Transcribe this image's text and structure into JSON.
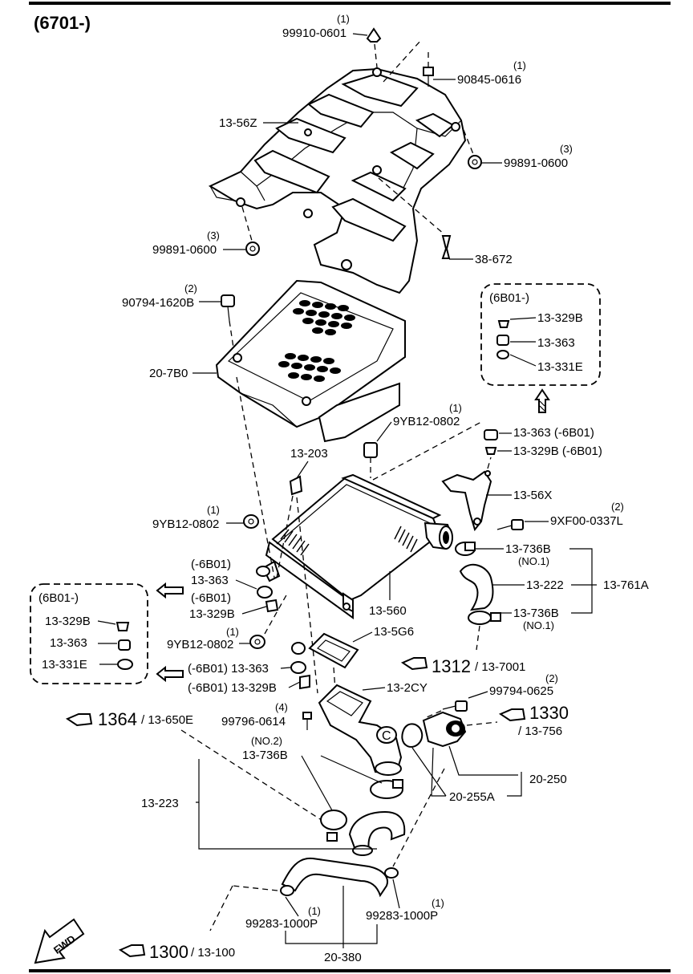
{
  "header": {
    "code": "(6701-)"
  },
  "labels": {
    "q_99910": "(1)",
    "p_99910": "99910-0601",
    "q_90845": "(1)",
    "p_90845": "90845-0616",
    "p_1356Z": "13-56Z",
    "q_99891a": "(3)",
    "p_99891a": "99891-0600",
    "q_99891b": "(3)",
    "p_99891b": "99891-0600",
    "p_38672": "38-672",
    "q_90794": "(2)",
    "p_90794": "90794-1620B",
    "p_207B0": "20-7B0",
    "q_9YB12a": "(1)",
    "p_9YB12a": "9YB12-0802",
    "p_13203": "13-203",
    "p_13363r": "13-363 (-6B01)",
    "p_13329Br": "13-329B (-6B01)",
    "p_1356X": "13-56X",
    "q_9XF00": "(2)",
    "p_9XF00": "9XF00-0337L",
    "q_9YB12b": "(1)",
    "p_9YB12b": "9YB12-0802",
    "s_6B01a": "(-6B01)",
    "p_13363a": "13-363",
    "s_6B01b": "(-6B01)",
    "p_13329Ba": "13-329B",
    "p_13736B_1": "13-736B",
    "n_736_1": "(NO.1)",
    "p_13222": "13-222",
    "p_13761A": "13-761A",
    "p_13736B_2": "13-736B",
    "n_736_2": "(NO.1)",
    "p_13560": "13-560",
    "q_9YB12c": "(1)",
    "p_9YB12c": "9YB12-0802",
    "p_135G6": "13-5G6",
    "p_13363c": "(-6B01) 13-363",
    "p_13329Bc": "(-6B01) 13-329B",
    "ref_1312_big": "1312",
    "ref_1312_small": "/ 13-7001",
    "p_132CY": "13-2CY",
    "q_99794": "(2)",
    "p_99794": "99794-0625",
    "ref_1330_big": "1330",
    "ref_1330_small": "/ 13-756",
    "ref_1364_big": "1364",
    "ref_1364_small": "/ 13-650E",
    "q_99796": "(4)",
    "p_99796": "99796-0614",
    "n_736_no2": "(NO.2)",
    "p_13736B_3": "13-736B",
    "p_13223": "13-223",
    "p_20250": "20-250",
    "p_20255A": "20-255A",
    "q_99283a": "(1)",
    "p_99283a": "99283-1000P",
    "q_99283b": "(1)",
    "p_99283b": "99283-1000P",
    "ref_1300_big": "1300",
    "ref_1300_small": "/ 13-100",
    "p_20380": "20-380",
    "fwd": "FWD"
  },
  "inset_right": {
    "title": "(6B01-)",
    "items": [
      "13-329B",
      "13-363",
      "13-331E"
    ]
  },
  "inset_left": {
    "title": "(6B01-)",
    "items": [
      "13-329B",
      "13-363",
      "13-331E"
    ]
  },
  "icons": [
    "hand-pointer-icon",
    "hatched-arrow-icon",
    "fwd-arrow-icon"
  ]
}
